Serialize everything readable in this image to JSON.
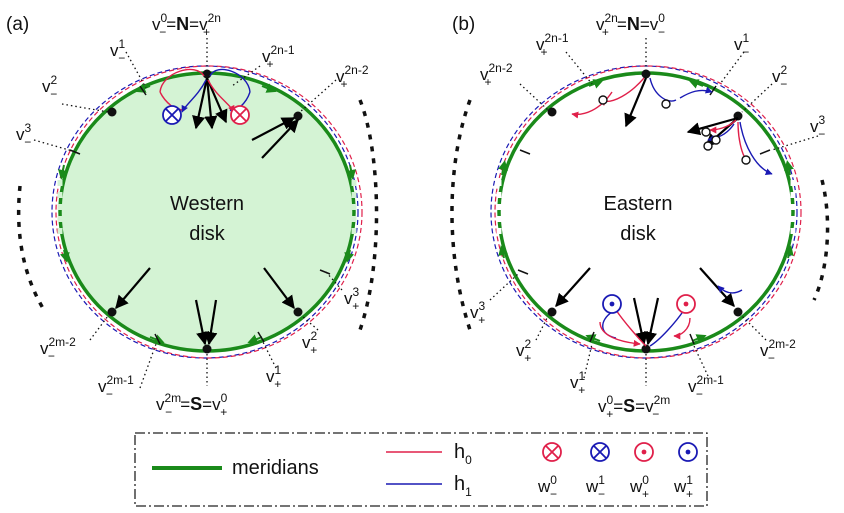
{
  "panels": {
    "a": {
      "tag": "(a)",
      "title_lines": [
        "Western",
        "disk"
      ],
      "labels": {
        "north_pre": "v",
        "north_pre_sup": "0",
        "north_pre_sub": "−",
        "north_eq1": "=",
        "north_pole": "N",
        "north_eq2": "=",
        "north_post": "v",
        "north_post_sup": "2n",
        "north_post_sub": "+",
        "v1m": "v",
        "v1m_sup": "1",
        "v1m_sub": "−",
        "v2m": "v",
        "v2m_sup": "2",
        "v2m_sub": "−",
        "v3m": "v",
        "v3m_sup": "3",
        "v3m_sub": "−",
        "v2n1p": "v",
        "v2n1p_sup": "2n-1",
        "v2n1p_sub": "+",
        "v2n2p": "v",
        "v2n2p_sup": "2n-2",
        "v2n2p_sub": "+",
        "v3p": "v",
        "v3p_sup": "3",
        "v3p_sub": "+",
        "v2p": "v",
        "v2p_sup": "2",
        "v2p_sub": "+",
        "v1p": "v",
        "v1p_sup": "1",
        "v1p_sub": "+",
        "v2m2m": "v",
        "v2m2m_sup": "2m-2",
        "v2m2m_sub": "−",
        "v2m1m": "v",
        "v2m1m_sup": "2m-1",
        "v2m1m_sub": "−",
        "south_pre": "v",
        "south_pre_sup": "2m",
        "south_pre_sub": "−",
        "south_eq1": "=",
        "south_pole": "S",
        "south_eq2": "=",
        "south_post": "v",
        "south_post_sup": "0",
        "south_post_sub": "+"
      }
    },
    "b": {
      "tag": "(b)",
      "title_lines": [
        "Eastern",
        "disk"
      ],
      "labels": {
        "north_pre": "v",
        "north_pre_sup": "2n",
        "north_pre_sub": "+",
        "north_eq1": "=",
        "north_pole": "N",
        "north_eq2": "=",
        "north_post": "v",
        "north_post_sup": "0",
        "north_post_sub": "−",
        "v2n1p": "v",
        "v2n1p_sup": "2n-1",
        "v2n1p_sub": "+",
        "v2n2p": "v",
        "v2n2p_sup": "2n-2",
        "v2n2p_sub": "+",
        "v1m": "v",
        "v1m_sup": "1",
        "v1m_sub": "−",
        "v2m": "v",
        "v2m_sup": "2",
        "v2m_sub": "−",
        "v3m": "v",
        "v3m_sup": "3",
        "v3m_sub": "−",
        "v3p": "v",
        "v3p_sup": "3",
        "v3p_sub": "+",
        "v2p": "v",
        "v2p_sup": "2",
        "v2p_sub": "+",
        "v1p": "v",
        "v1p_sup": "1",
        "v1p_sub": "+",
        "v2m2m": "v",
        "v2m2m_sup": "2m-2",
        "v2m2m_sub": "−",
        "v2m1m": "v",
        "v2m1m_sup": "2m-1",
        "v2m1m_sub": "−",
        "south_pre": "v",
        "south_pre_sup": "0",
        "south_pre_sub": "+",
        "south_eq1": "=",
        "south_pole": "S",
        "south_eq2": "=",
        "south_post": "v",
        "south_post_sup": "2m",
        "south_post_sub": "−"
      }
    }
  },
  "legend": {
    "meridians": "meridians",
    "h0": "h",
    "h0_sub": "0",
    "h1": "h",
    "h1_sub": "1",
    "w0m": "w",
    "w0m_sup": "0",
    "w0m_sub": "−",
    "w1m": "w",
    "w1m_sup": "1",
    "w1m_sub": "−",
    "w0p": "w",
    "w0p_sup": "0",
    "w0p_sub": "+",
    "w1p": "w",
    "w1p_sup": "1",
    "w1p_sub": "+"
  },
  "colors": {
    "meridian": "#1a8a1a",
    "disk_fill": "#d4f3d4",
    "h0": "#e0204a",
    "h1": "#1a1ab4",
    "arrow": "#000000",
    "dots": "#222222"
  }
}
